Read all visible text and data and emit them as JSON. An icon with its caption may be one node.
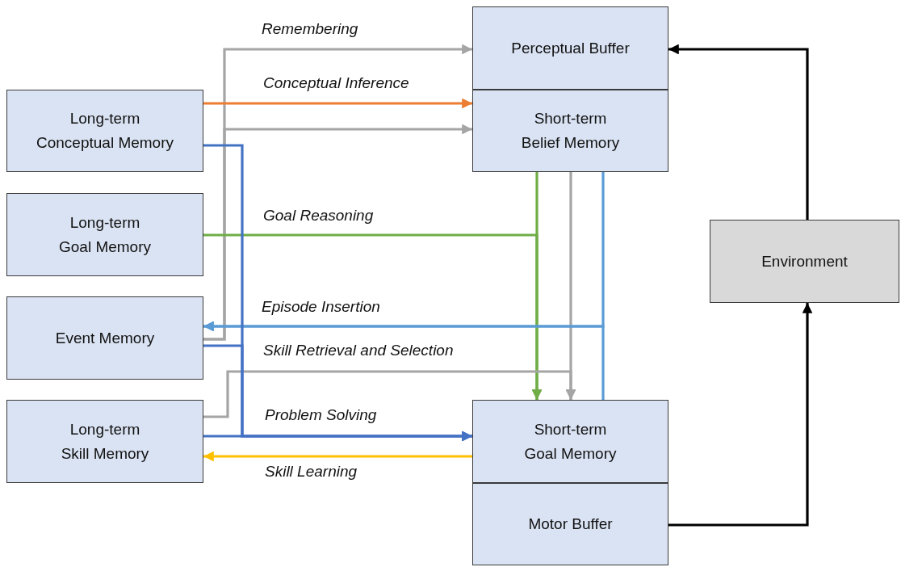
{
  "diagram": {
    "nodes": [
      {
        "text": [
          "Perceptual Buffer"
        ]
      },
      {
        "text": [
          "Short-term Belief Memory"
        ]
      },
      {
        "text": [
          "Long-term Conceptual Memory"
        ]
      },
      {
        "text": [
          "Long-term Goal Memory"
        ]
      },
      {
        "text": [
          "Environment"
        ]
      },
      {
        "text": [
          "Event Memory"
        ]
      },
      {
        "text": [
          "Long-term Skill Memory"
        ]
      },
      {
        "text": [
          "Short-term Goal Memory"
        ]
      },
      {
        "text": [
          "Motor Buffer"
        ]
      }
    ],
    "edges": [
      {
        "from": 5,
        "to": 0,
        "arrow": "to",
        "label": "Remembering"
      },
      {
        "from": 5,
        "to": 1,
        "arrow": "to"
      },
      {
        "from": 2,
        "to": 1,
        "arrow": "to",
        "label": "Conceptual Inference",
        "color": "#ed7d31"
      },
      {
        "from": 3,
        "to": 7,
        "arrow": "to",
        "label": "Goal Reasoning",
        "color": "#70ad47"
      },
      {
        "from": 1,
        "to": 7,
        "arrow": "to",
        "color": "#70ad47"
      },
      {
        "from": 1,
        "to": 7,
        "arrow": "to"
      },
      {
        "from": 6,
        "to": 7,
        "arrow": "to",
        "label": "Skill Retrieval and Selection"
      },
      {
        "from": 7,
        "to": 5,
        "arrow": "to",
        "label": "Episode Insertion",
        "color": "#5b9bd5"
      },
      {
        "from": 1,
        "to": 5,
        "arrow": "to",
        "color": "#5b9bd5"
      },
      {
        "from": 2,
        "to": 7,
        "arrow": "to",
        "color": "#4472c4"
      },
      {
        "from": 5,
        "to": 7,
        "arrow": "to",
        "color": "#4472c4"
      },
      {
        "from": 6,
        "to": 7,
        "arrow": "to",
        "label": "Problem Solving",
        "color": "#4472c4"
      },
      {
        "from": 7,
        "to": 6,
        "arrow": "to",
        "label": "Skill Learning",
        "color": "#ffc000"
      },
      {
        "from": 8,
        "to": 4,
        "arrow": "to",
        "color": "#000000"
      },
      {
        "from": 4,
        "to": 0,
        "arrow": "to",
        "color": "#000000"
      }
    ]
  }
}
